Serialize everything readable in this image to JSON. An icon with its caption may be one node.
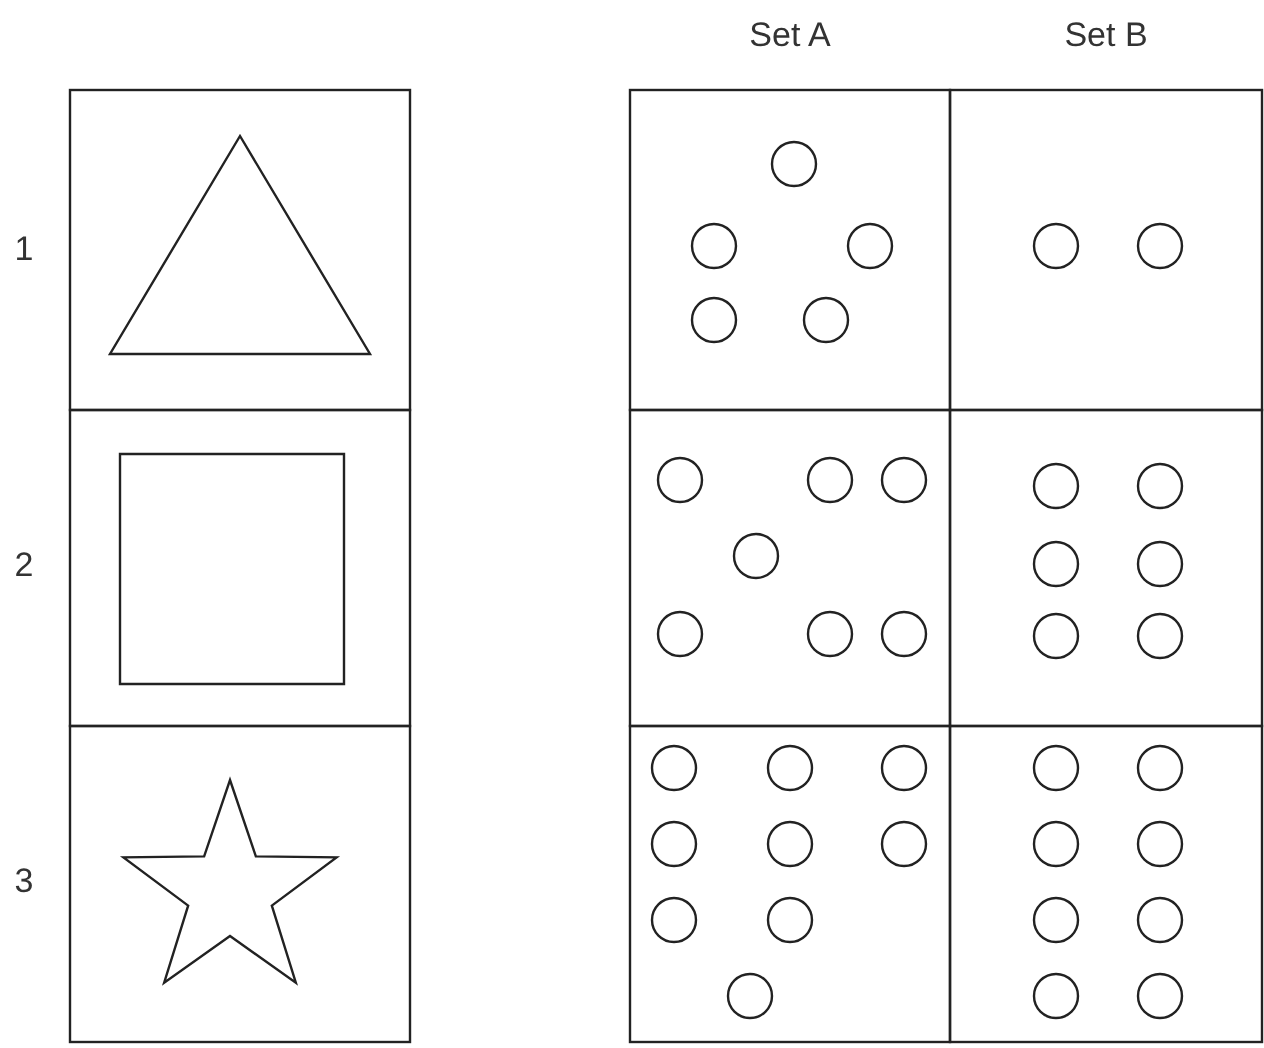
{
  "diagram": {
    "nodes": [
      {
        "text": [],
        "shape": "triangle"
      },
      {
        "text": [],
        "shape": "square"
      },
      {
        "text": [],
        "shape": "star"
      }
    ],
    "labels": [
      "Set A",
      "Set B",
      "1",
      "2",
      "3"
    ]
  }
}
